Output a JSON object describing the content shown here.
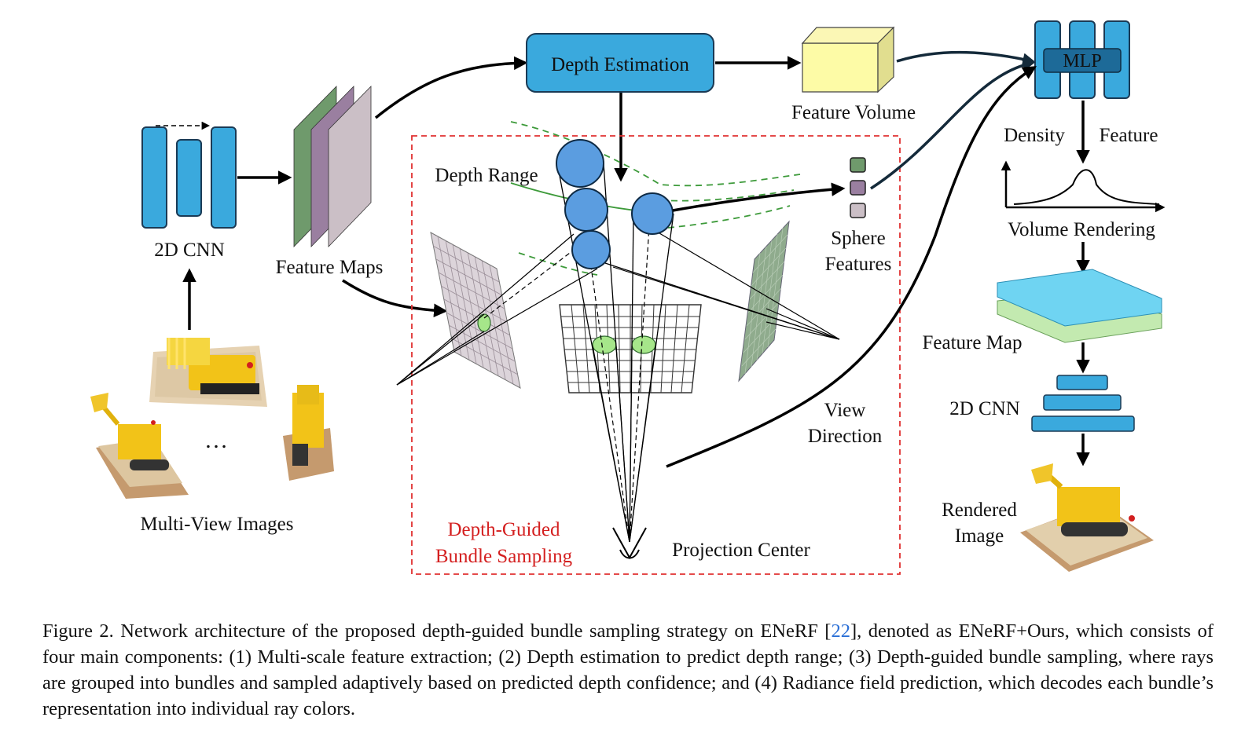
{
  "diagram": {
    "labels": {
      "multi_view_images": "Multi-View Images",
      "cnn_2d_left": "2D CNN",
      "feature_maps": "Feature Maps",
      "depth_estimation": "Depth Estimation",
      "feature_volume": "Feature Volume",
      "mlp": "MLP",
      "density": "Density",
      "feature": "Feature",
      "volume_rendering": "Volume Rendering",
      "feature_map": "Feature Map",
      "cnn_2d_right": "2D CNN",
      "rendered_image_line1": "Rendered",
      "rendered_image_line2": "Image",
      "depth_range": "Depth Range",
      "sphere_features_line1": "Sphere",
      "sphere_features_line2": "Features",
      "view_direction_line1": "View",
      "view_direction_line2": "Direction",
      "projection_center": "Projection Center",
      "dgbs_line1": "Depth-Guided",
      "dgbs_line2": "Bundle Sampling",
      "ellipsis": "…"
    },
    "colors": {
      "box_blue": "#3aa9dd",
      "dark_blue": "#1d6a98",
      "feature_volume": "#fdfba6",
      "map_green": "#6f9a6c",
      "map_purple": "#9a7fa0",
      "map_pink": "#cbbfc6",
      "dashed_red": "#e03030",
      "dgbs_text": "#d42020",
      "range_green": "#3d9a3a"
    }
  },
  "caption": {
    "prefix": "Figure 2. Network architecture of the proposed depth-guided bundle sampling strategy on ENeRF [",
    "ref": "22",
    "suffix": "], denoted as ENeRF+Ours, which consists of four main components: (1) Multi-scale feature extraction; (2) Depth estimation to predict depth range; (3) Depth-guided bundle sampling, where rays are grouped into bundles and sampled adaptively based on predicted depth confidence; and (4) Radiance field prediction, which decodes each bundle’s representation into individual ray colors."
  }
}
